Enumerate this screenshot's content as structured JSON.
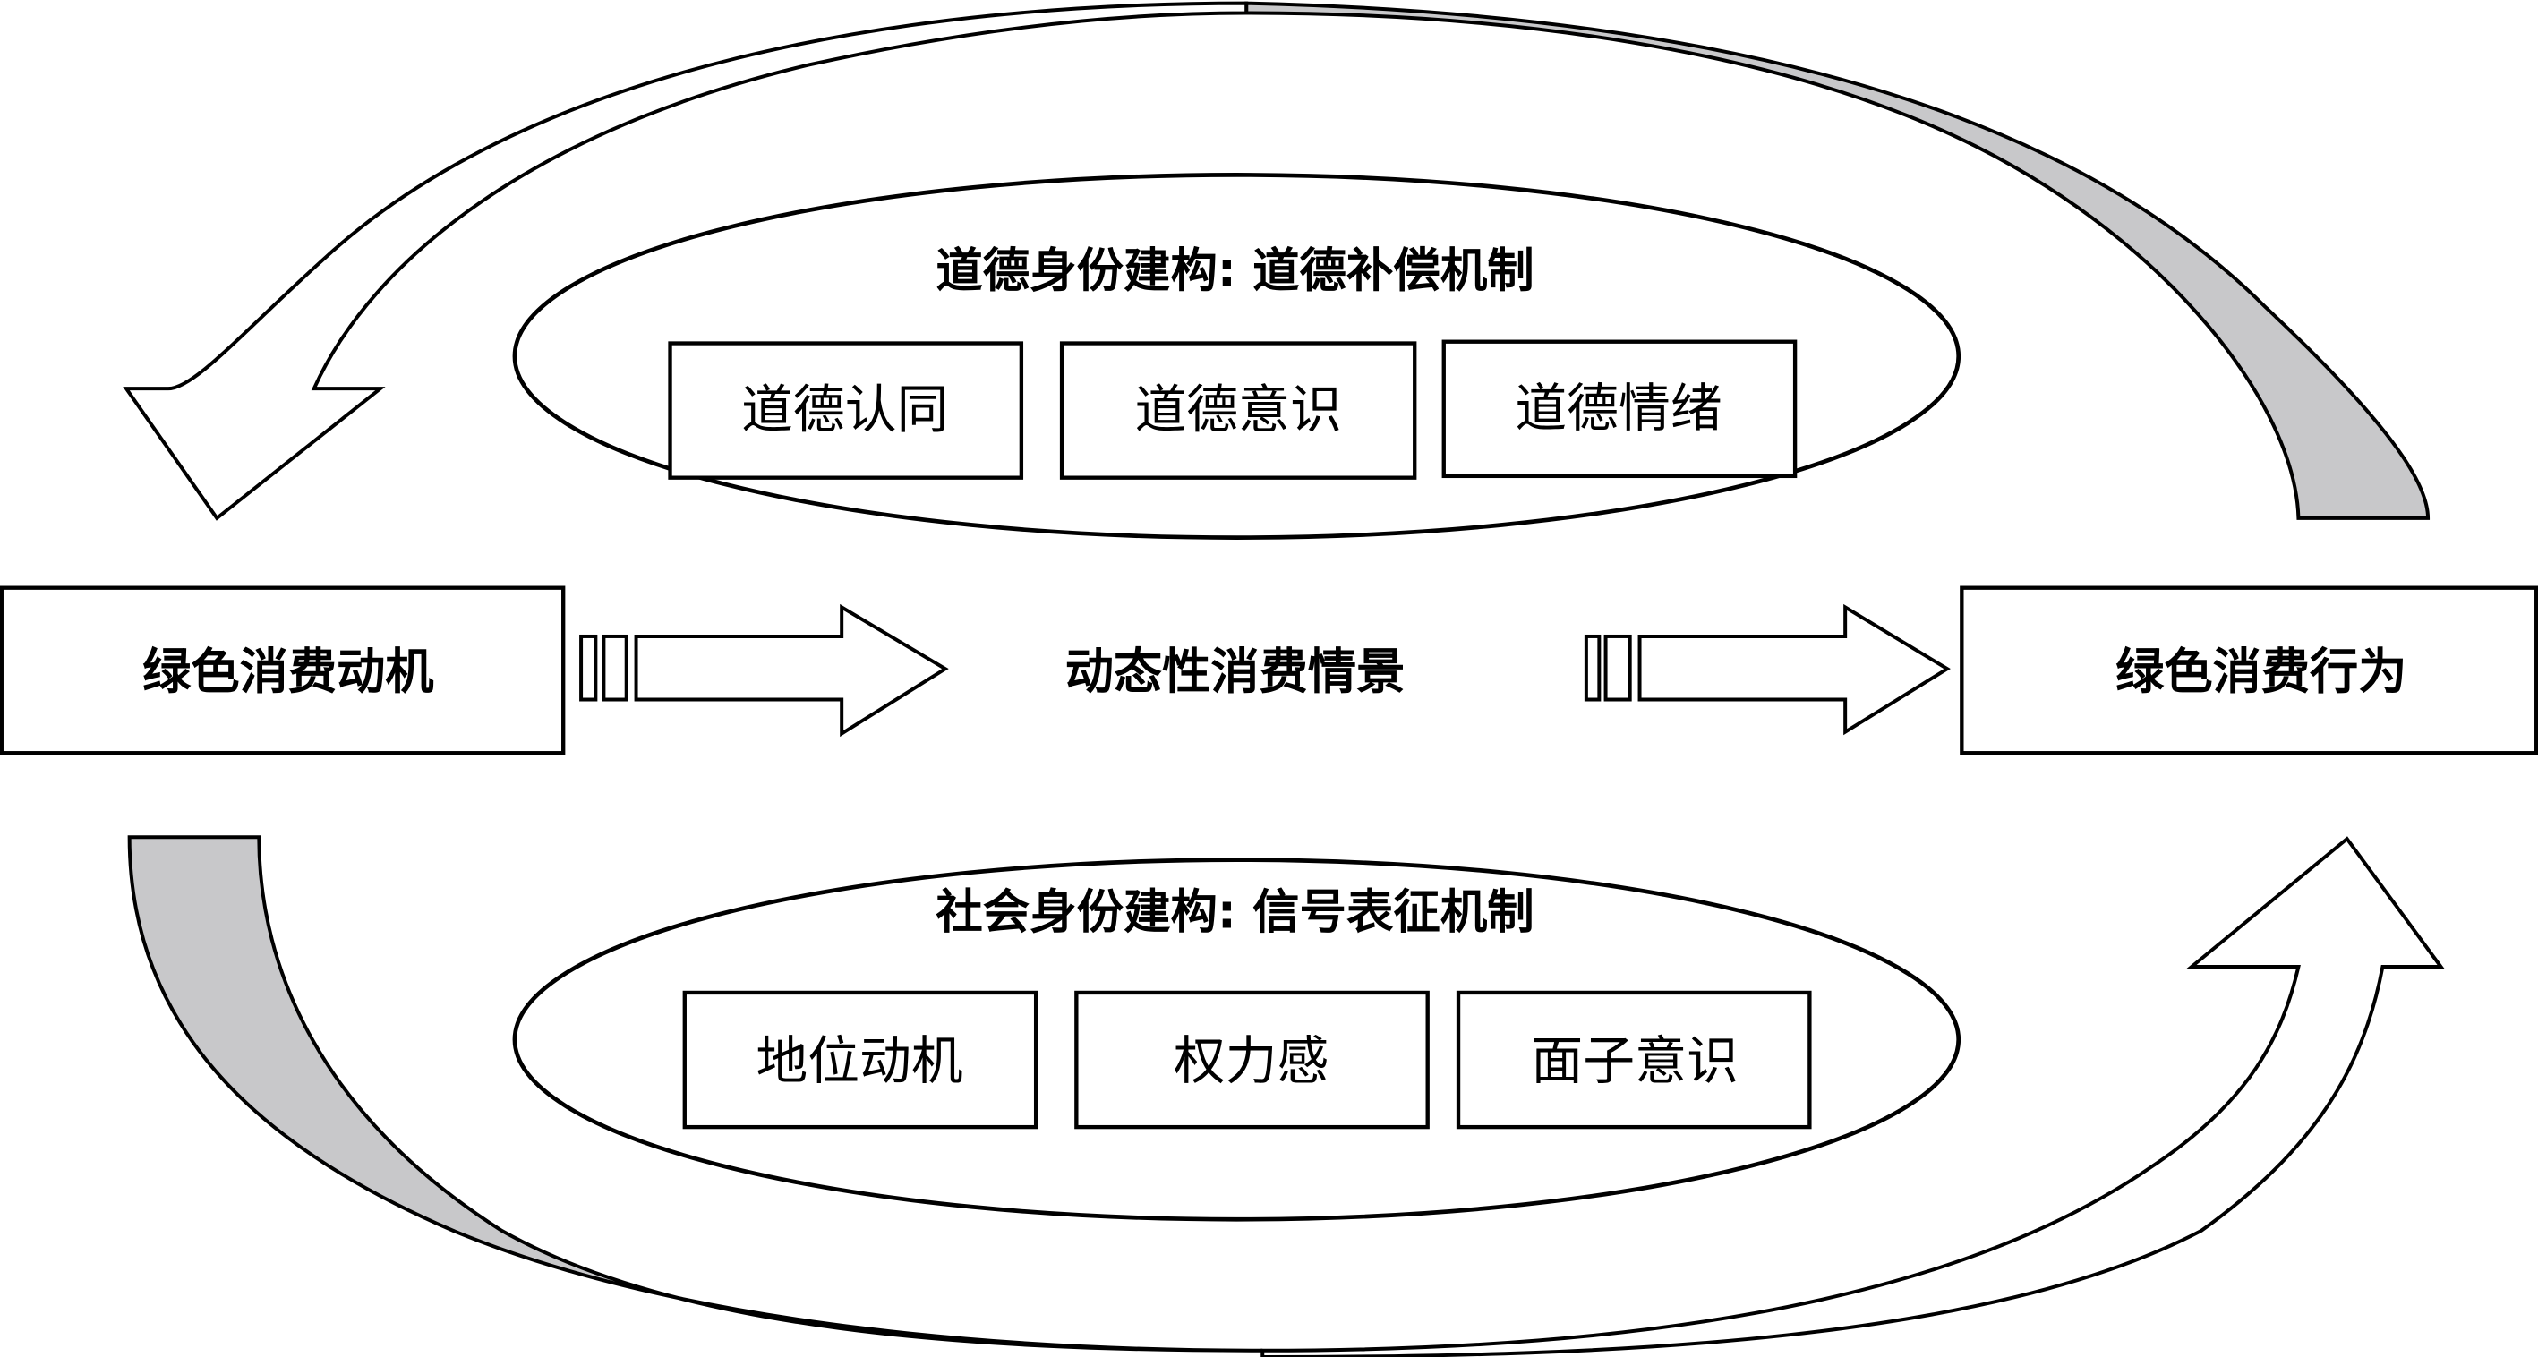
{
  "diagram": {
    "source": "绿色消费动机",
    "context": "动态性消费情景",
    "target": "绿色消费行为",
    "moral_identity": {
      "title": "道德身份建构: 道德补偿机制",
      "factors": [
        "道德认同",
        "道德意识",
        "道德情绪"
      ]
    },
    "social_identity": {
      "title": "社会身份建构: 信号表征机制",
      "factors": [
        "地位动机",
        "权力感",
        "面子意识"
      ]
    },
    "colors": {
      "band_fill": "#c8c8ca",
      "stroke": "#000000",
      "background": "#ffffff"
    }
  }
}
